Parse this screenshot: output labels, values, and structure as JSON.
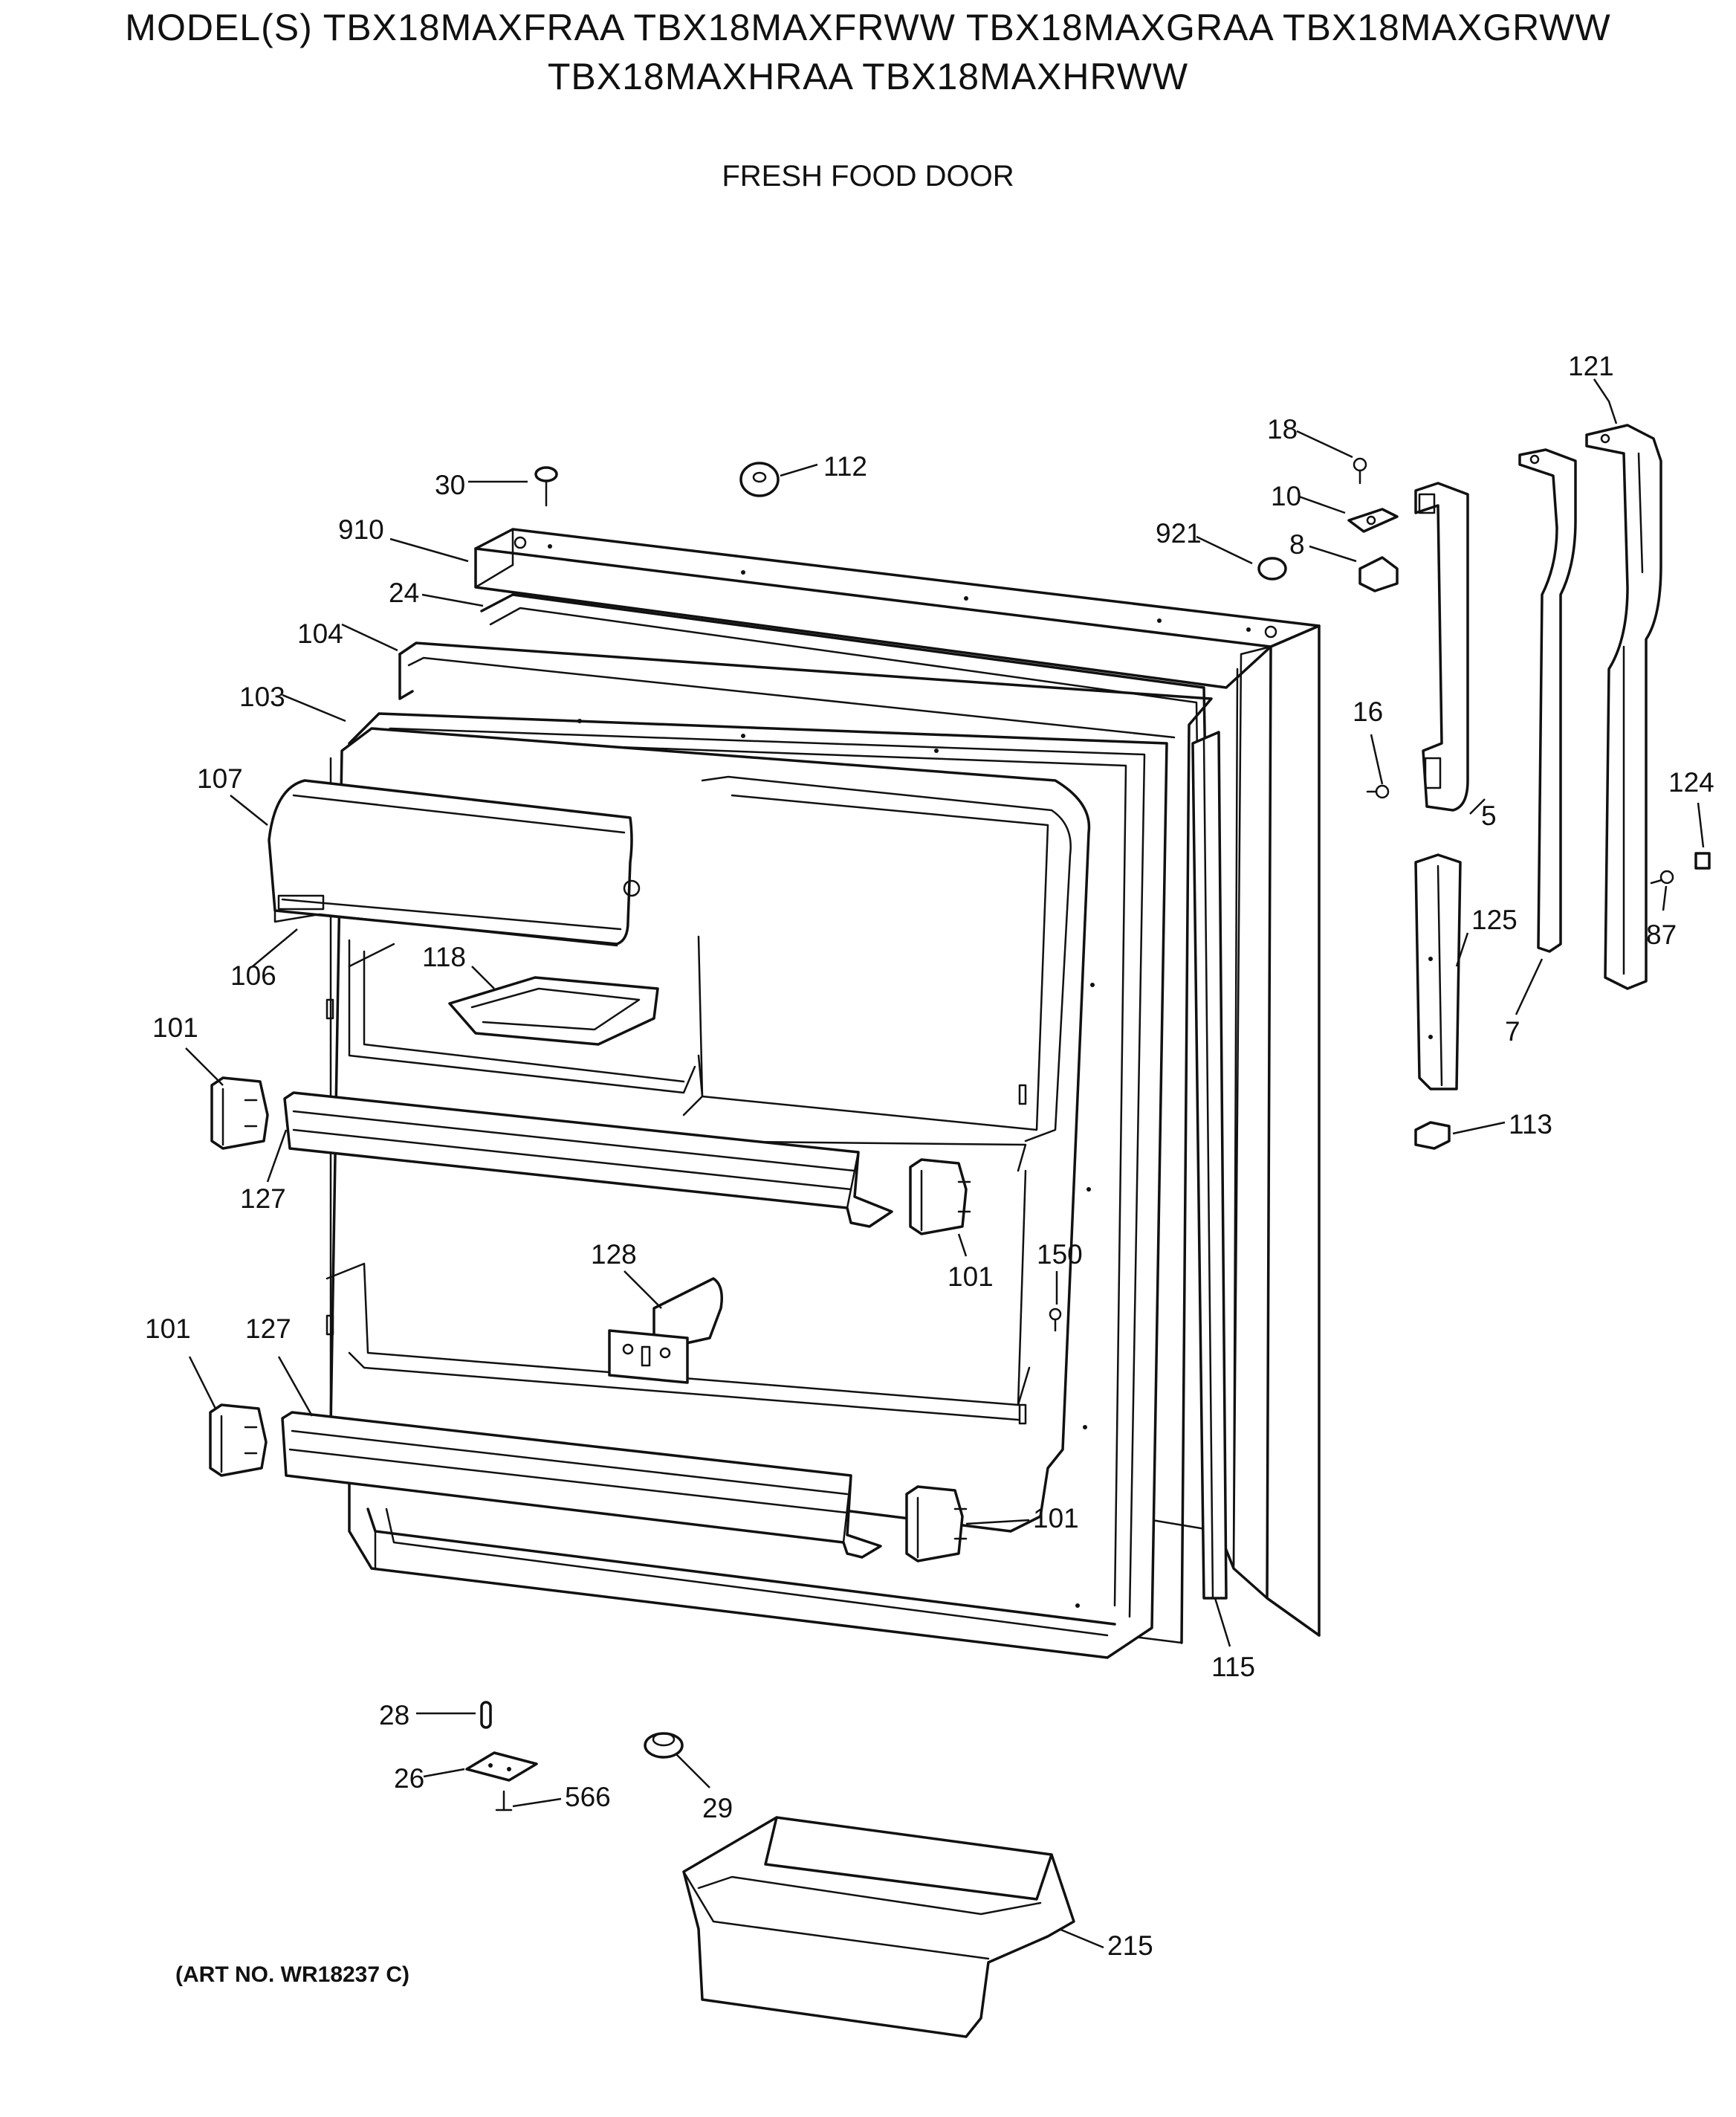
{
  "header": {
    "model_line_1": "MODEL(S) TBX18MAXFRAA  TBX18MAXFRWW  TBX18MAXGRAA  TBX18MAXGRWW",
    "model_line_2": "TBX18MAXHRAA  TBX18MAXHRWW",
    "section_title": "FRESH FOOD DOOR"
  },
  "footer": {
    "art_number": "(ART NO. WR18237 C)"
  },
  "callouts": [
    {
      "id": "c121",
      "label": "121"
    },
    {
      "id": "c18",
      "label": "18"
    },
    {
      "id": "c112",
      "label": "112"
    },
    {
      "id": "c30",
      "label": "30"
    },
    {
      "id": "c10",
      "label": "10"
    },
    {
      "id": "c910",
      "label": "910"
    },
    {
      "id": "c921",
      "label": "921"
    },
    {
      "id": "c8",
      "label": "8"
    },
    {
      "id": "c24",
      "label": "24"
    },
    {
      "id": "c104",
      "label": "104"
    },
    {
      "id": "c103",
      "label": "103"
    },
    {
      "id": "c16",
      "label": "16"
    },
    {
      "id": "c124",
      "label": "124"
    },
    {
      "id": "c107",
      "label": "107"
    },
    {
      "id": "c5",
      "label": "5"
    },
    {
      "id": "c125",
      "label": "125"
    },
    {
      "id": "c87",
      "label": "87"
    },
    {
      "id": "c118",
      "label": "118"
    },
    {
      "id": "c106",
      "label": "106"
    },
    {
      "id": "c7",
      "label": "7"
    },
    {
      "id": "c101a",
      "label": "101"
    },
    {
      "id": "c113",
      "label": "113"
    },
    {
      "id": "c127a",
      "label": "127"
    },
    {
      "id": "c150",
      "label": "150"
    },
    {
      "id": "c101b",
      "label": "101"
    },
    {
      "id": "c128",
      "label": "128"
    },
    {
      "id": "c101c",
      "label": "101"
    },
    {
      "id": "c127b",
      "label": "127"
    },
    {
      "id": "c101d",
      "label": "101"
    },
    {
      "id": "c115",
      "label": "115"
    },
    {
      "id": "c28",
      "label": "28"
    },
    {
      "id": "c26",
      "label": "26"
    },
    {
      "id": "c566",
      "label": "566"
    },
    {
      "id": "c29",
      "label": "29"
    },
    {
      "id": "c215",
      "label": "215"
    }
  ]
}
